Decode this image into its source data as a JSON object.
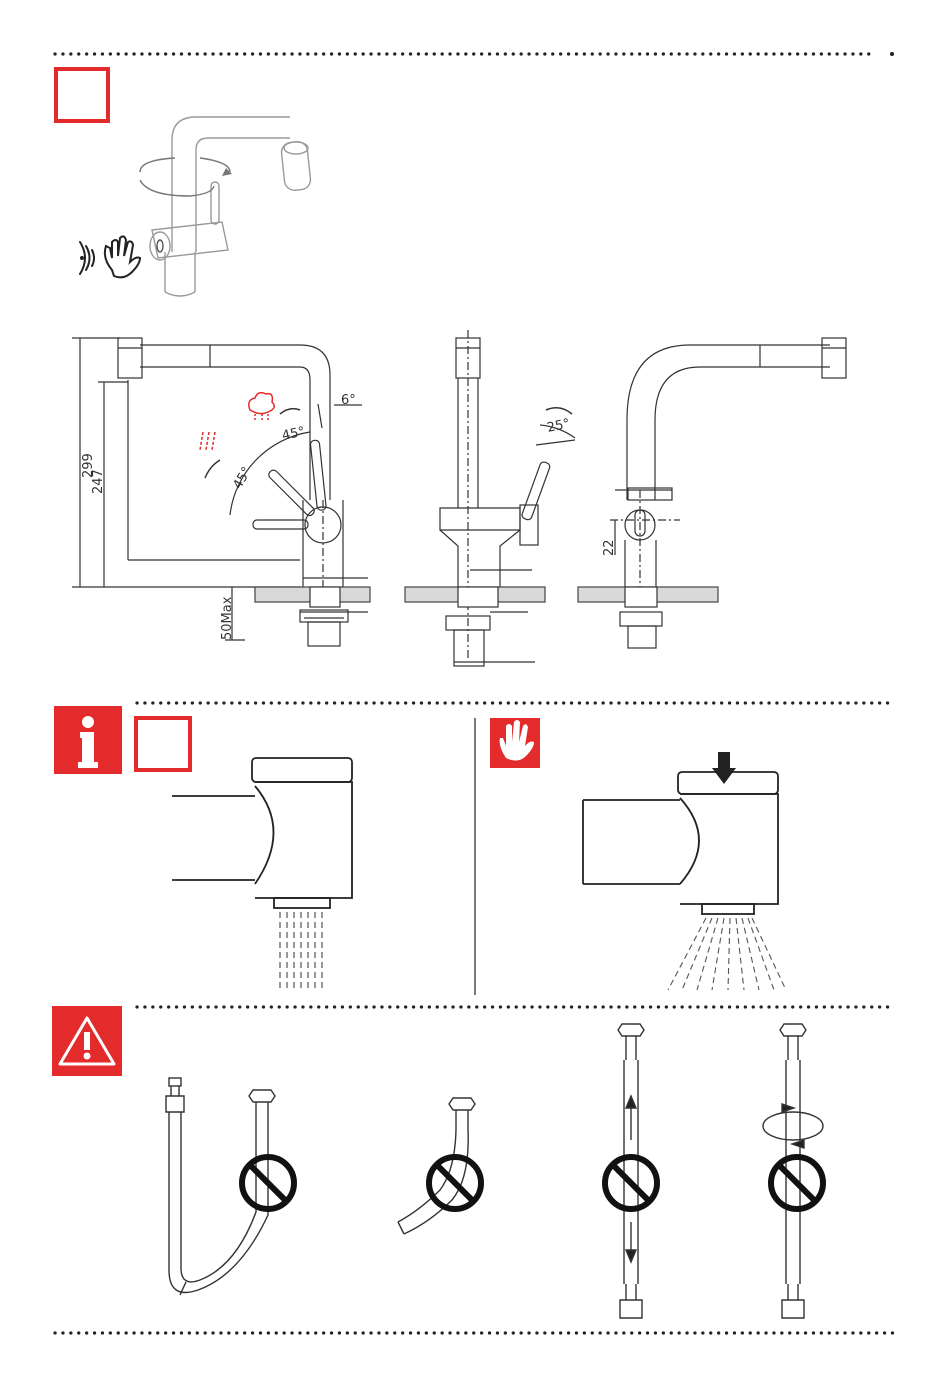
{
  "page": {
    "colors": {
      "brand_red": "#e32b2b",
      "line": "#333333",
      "light": "#9a9a9a"
    }
  },
  "dimensions": {
    "height_total": "299",
    "height_spout": "247",
    "max_countertop": "50Max",
    "lever_angle_hot": "45°",
    "lever_angle_cold": "45°",
    "spout_tilt": "6°",
    "lever_front": "25°",
    "inlet_offset": "22"
  },
  "icons": {
    "info": "info-icon",
    "hand_press": "hand-press-icon",
    "warning": "warning-triangle-icon",
    "prohibited": "prohibited-icon",
    "sensor": "sensor-hand-icon",
    "steam": "steam-icon",
    "hot": "hot-water-icon"
  }
}
